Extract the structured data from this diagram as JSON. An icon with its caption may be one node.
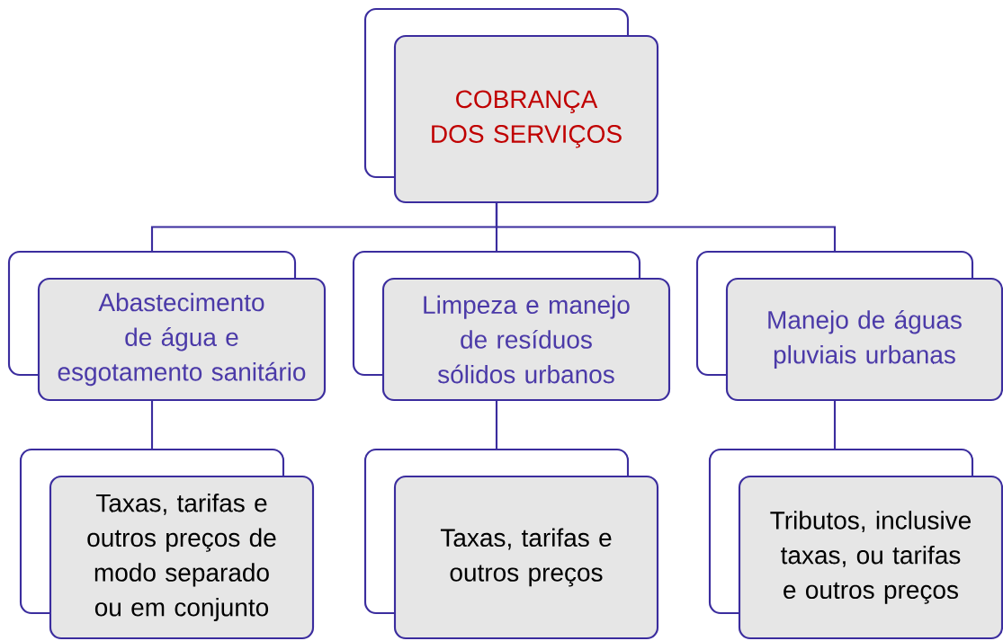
{
  "diagram": {
    "nodes": [
      {
        "text": [
          "COBRANÇA DOS SERVIÇOS"
        ]
      },
      {
        "text": [
          "Abastecimento de água e esgotamento sanitário"
        ]
      },
      {
        "text": [
          "Limpeza e manejo de resíduos sólidos urbanos"
        ]
      },
      {
        "text": [
          "Manejo de águas pluviais urbanas"
        ]
      },
      {
        "text": [
          "Taxas, tarifas e outros preços de modo separado ou em conjunto"
        ]
      },
      {
        "text": [
          "Taxas, tarifas e outros preços"
        ]
      },
      {
        "text": [
          "Tributos, inclusive taxas, ou tarifas e outros preços"
        ]
      }
    ],
    "edges": [
      {
        "from": 0,
        "to": 1,
        "arrow": "none"
      },
      {
        "from": 0,
        "to": 2,
        "arrow": "none"
      },
      {
        "from": 0,
        "to": 3,
        "arrow": "none"
      },
      {
        "from": 1,
        "to": 4,
        "arrow": "none"
      },
      {
        "from": 2,
        "to": 5,
        "arrow": "none"
      },
      {
        "from": 3,
        "to": 6,
        "arrow": "none"
      }
    ]
  }
}
